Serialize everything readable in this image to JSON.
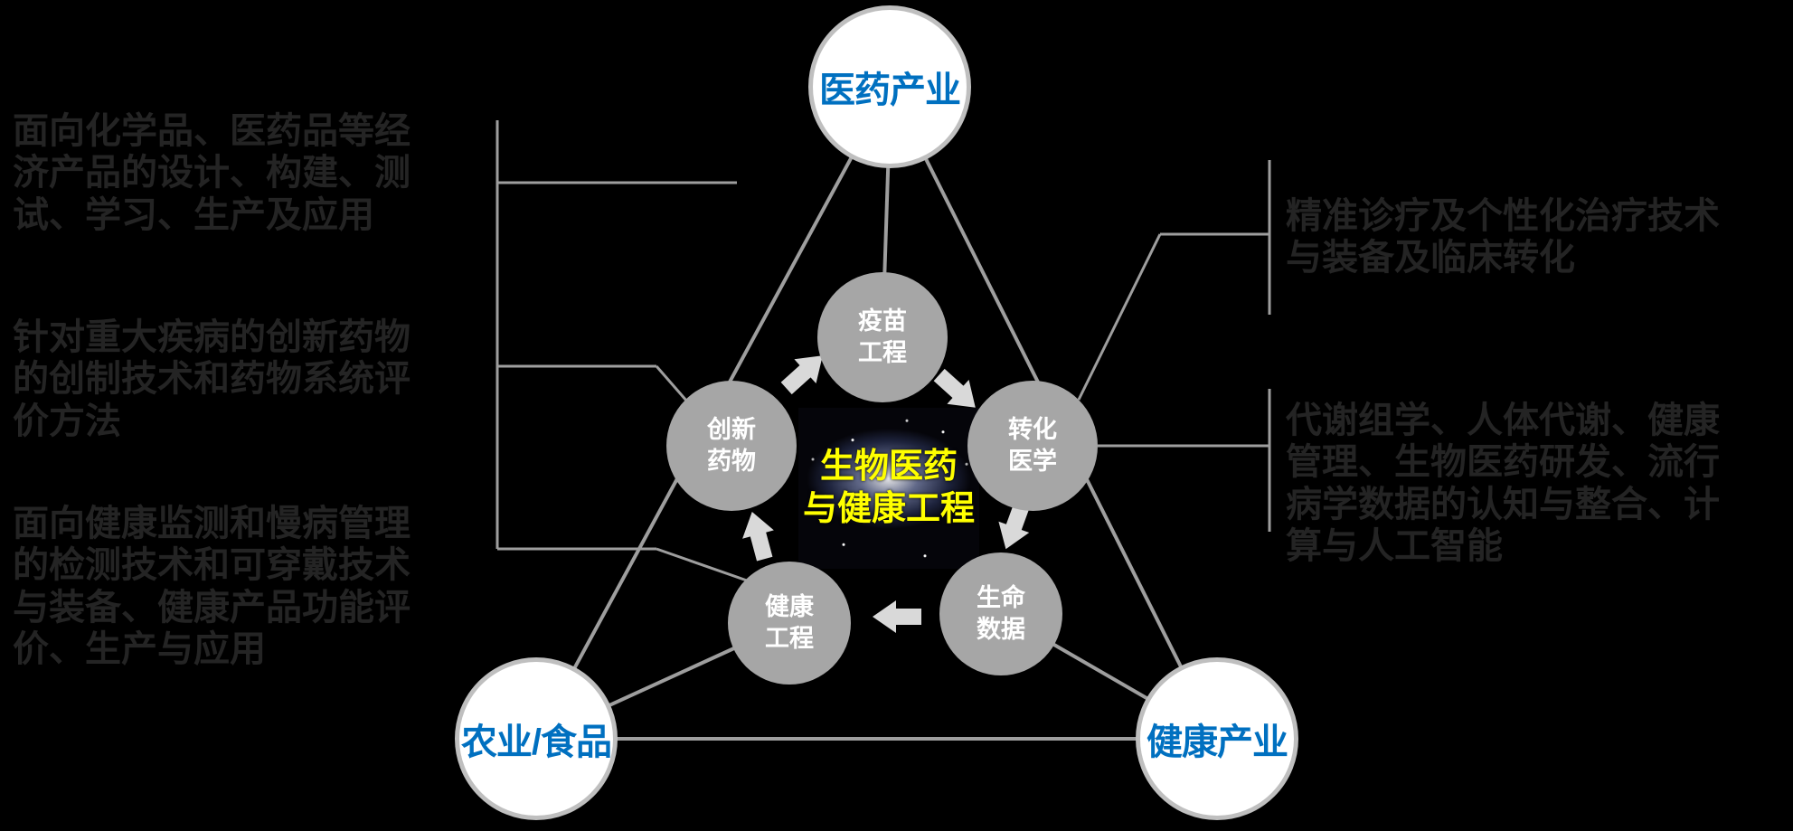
{
  "diagram": {
    "center": {
      "line1": "生物医药",
      "line2": "与健康工程"
    },
    "industries": [
      {
        "label": "医药产业"
      },
      {
        "label": "农业/食品"
      },
      {
        "label": "健康产业"
      }
    ],
    "cycle": [
      {
        "line1": "疫苗",
        "line2": "工程"
      },
      {
        "line1": "转化",
        "line2": "医学"
      },
      {
        "line1": "生命",
        "line2": "数据"
      },
      {
        "line1": "健康",
        "line2": "工程"
      },
      {
        "line1": "创新",
        "line2": "药物"
      }
    ],
    "annotations": {
      "left": [
        "面向化学品、医药品等经济产品的设计、构建、测试、学习、生产及应用",
        "针对重大疾病的创新药物的创制技术和药物系统评价方法",
        "面向健康监测和慢病管理的检测技术和可穿戴技术与装备、健康产品功能评价、生产与应用"
      ],
      "right": [
        "精准诊疗及个性化治疗技术与装备及临床转化",
        "代谢组学、人体代谢、健康管理、生物医药研发、流行病学数据的认知与整合、计算与人工智能"
      ]
    },
    "colors": {
      "background": "#000000",
      "industry_text": "#0070C0",
      "industry_fill": "#FFFFFF",
      "circle_border": "#BFBFBF",
      "node_fill": "#A6A6A6",
      "node_text": "#FFFFFF",
      "line": "#9E9E9E",
      "arrow": "#D9D9D9",
      "center_text": "#FFFF00",
      "annotation_text": "#242424"
    }
  }
}
